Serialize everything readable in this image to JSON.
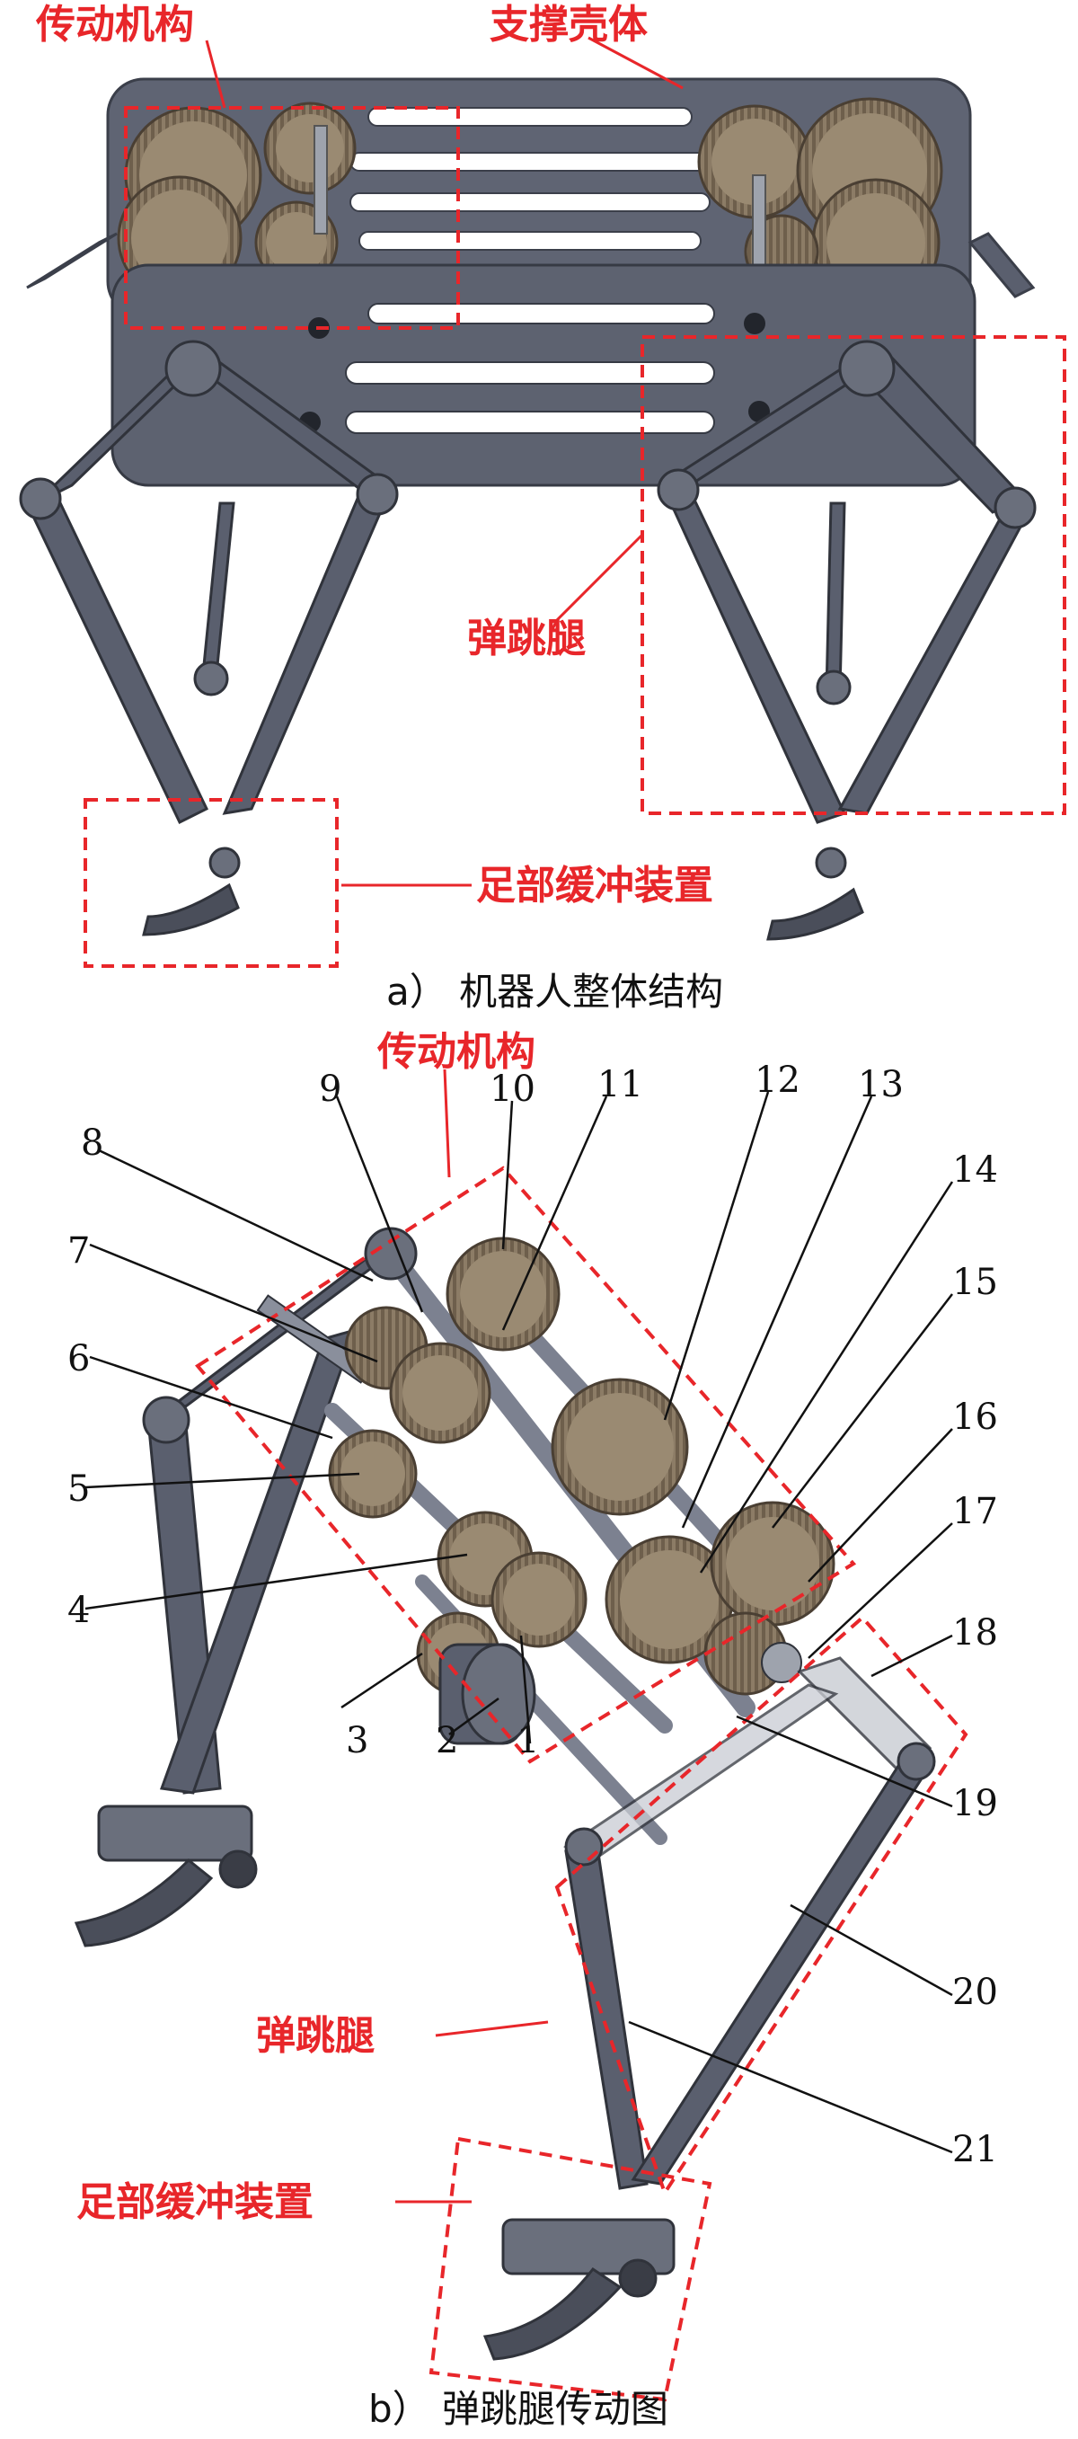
{
  "colors": {
    "annotation_red": "#e8262a",
    "part_gray": "#5a5f6e",
    "part_gray_light": "#8a8f9c",
    "gear_brown": "#7a6a55",
    "gear_brown_light": "#a89880",
    "label_black": "#111111"
  },
  "figure_a": {
    "labels": {
      "transmission": "传动机构",
      "support_shell": "支撑壳体",
      "jumping_leg": "弹跳腿",
      "foot_buffer": "足部缓冲装置"
    },
    "caption": "a） 机器人整体结构"
  },
  "figure_b": {
    "labels": {
      "transmission": "传动机构",
      "jumping_leg": "弹跳腿",
      "foot_buffer": "足部缓冲装置"
    },
    "part_numbers": [
      "1",
      "2",
      "3",
      "4",
      "5",
      "6",
      "7",
      "8",
      "9",
      "10",
      "11",
      "12",
      "13",
      "14",
      "15",
      "16",
      "17",
      "18",
      "19",
      "20",
      "21"
    ],
    "caption": "b） 弹跳腿传动图"
  }
}
